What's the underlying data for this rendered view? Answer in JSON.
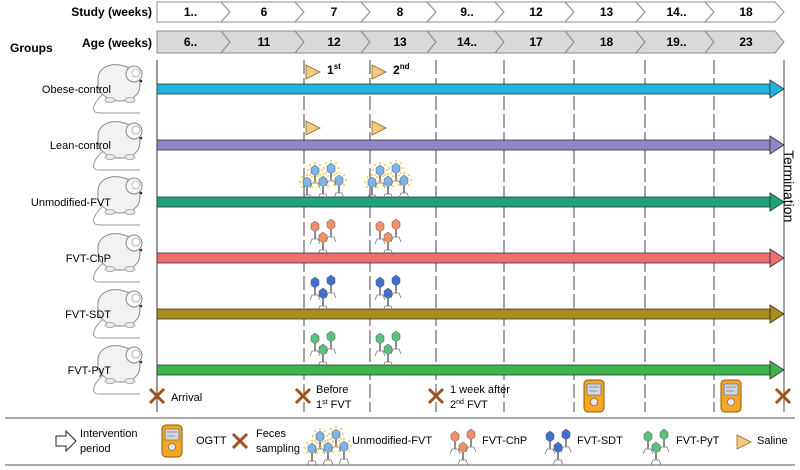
{
  "header": {
    "study_label": "Study (weeks)",
    "age_label": "Age (weeks)",
    "groups_label": "Groups",
    "study_weeks": [
      "1..",
      "6",
      "7",
      "8",
      "9..",
      "12",
      "13",
      "14..",
      "18"
    ],
    "age_weeks": [
      "6..",
      "11",
      "12",
      "13",
      "14..",
      "17",
      "18",
      "19..",
      "23"
    ]
  },
  "groups": [
    {
      "name": "Obese-control",
      "color": "#1fb3e0",
      "treatment": "saline"
    },
    {
      "name": "Lean-control",
      "color": "#8f86c7",
      "treatment": "saline"
    },
    {
      "name": "Unmodified-FVT",
      "color": "#1fa37a",
      "treatment": "unmodified"
    },
    {
      "name": "FVT-ChP",
      "color": "#ee6e6e",
      "treatment": "chp"
    },
    {
      "name": "FVT-SDT",
      "color": "#a98c1a",
      "treatment": "sdt"
    },
    {
      "name": "FVT-PyT",
      "color": "#3cb44b",
      "treatment": "pyt"
    }
  ],
  "interventions": {
    "first": {
      "num": "1",
      "sup": "st"
    },
    "second": {
      "num": "2",
      "sup": "nd"
    }
  },
  "termination_label": "Termination",
  "events": {
    "arrival": "Arrival",
    "before_line1": "Before",
    "before_num": "1",
    "before_sup": "st",
    "before_fvt": " FVT",
    "after_line1": "1 week after",
    "after_num": "2",
    "after_sup": "nd",
    "after_fvt": " FVT"
  },
  "legend": {
    "intervention_line1": "Intervention",
    "intervention_line2": "period",
    "ogtt": "OGTT",
    "feces_line1": "Feces",
    "feces_line2": "sampling",
    "unmodified": "Unmodified-FVT",
    "chp": "FVT-ChP",
    "sdt": "FVT-SDT",
    "pyt": "FVT-PyT",
    "saline": "Saline"
  },
  "colors": {
    "header_fill": "#d9d9d9",
    "header_stroke": "#8c8c8c",
    "feces_x": "#a0521e",
    "saline": "#f6c985",
    "ogtt_body": "#f5a623",
    "phage_unmod_head": "#7fb2e5",
    "phage_unmod_halo": "#f1c232",
    "phage_chp": "#ef8f6b",
    "phage_sdt": "#3f6fcf",
    "phage_pyt": "#5cbf7a"
  }
}
